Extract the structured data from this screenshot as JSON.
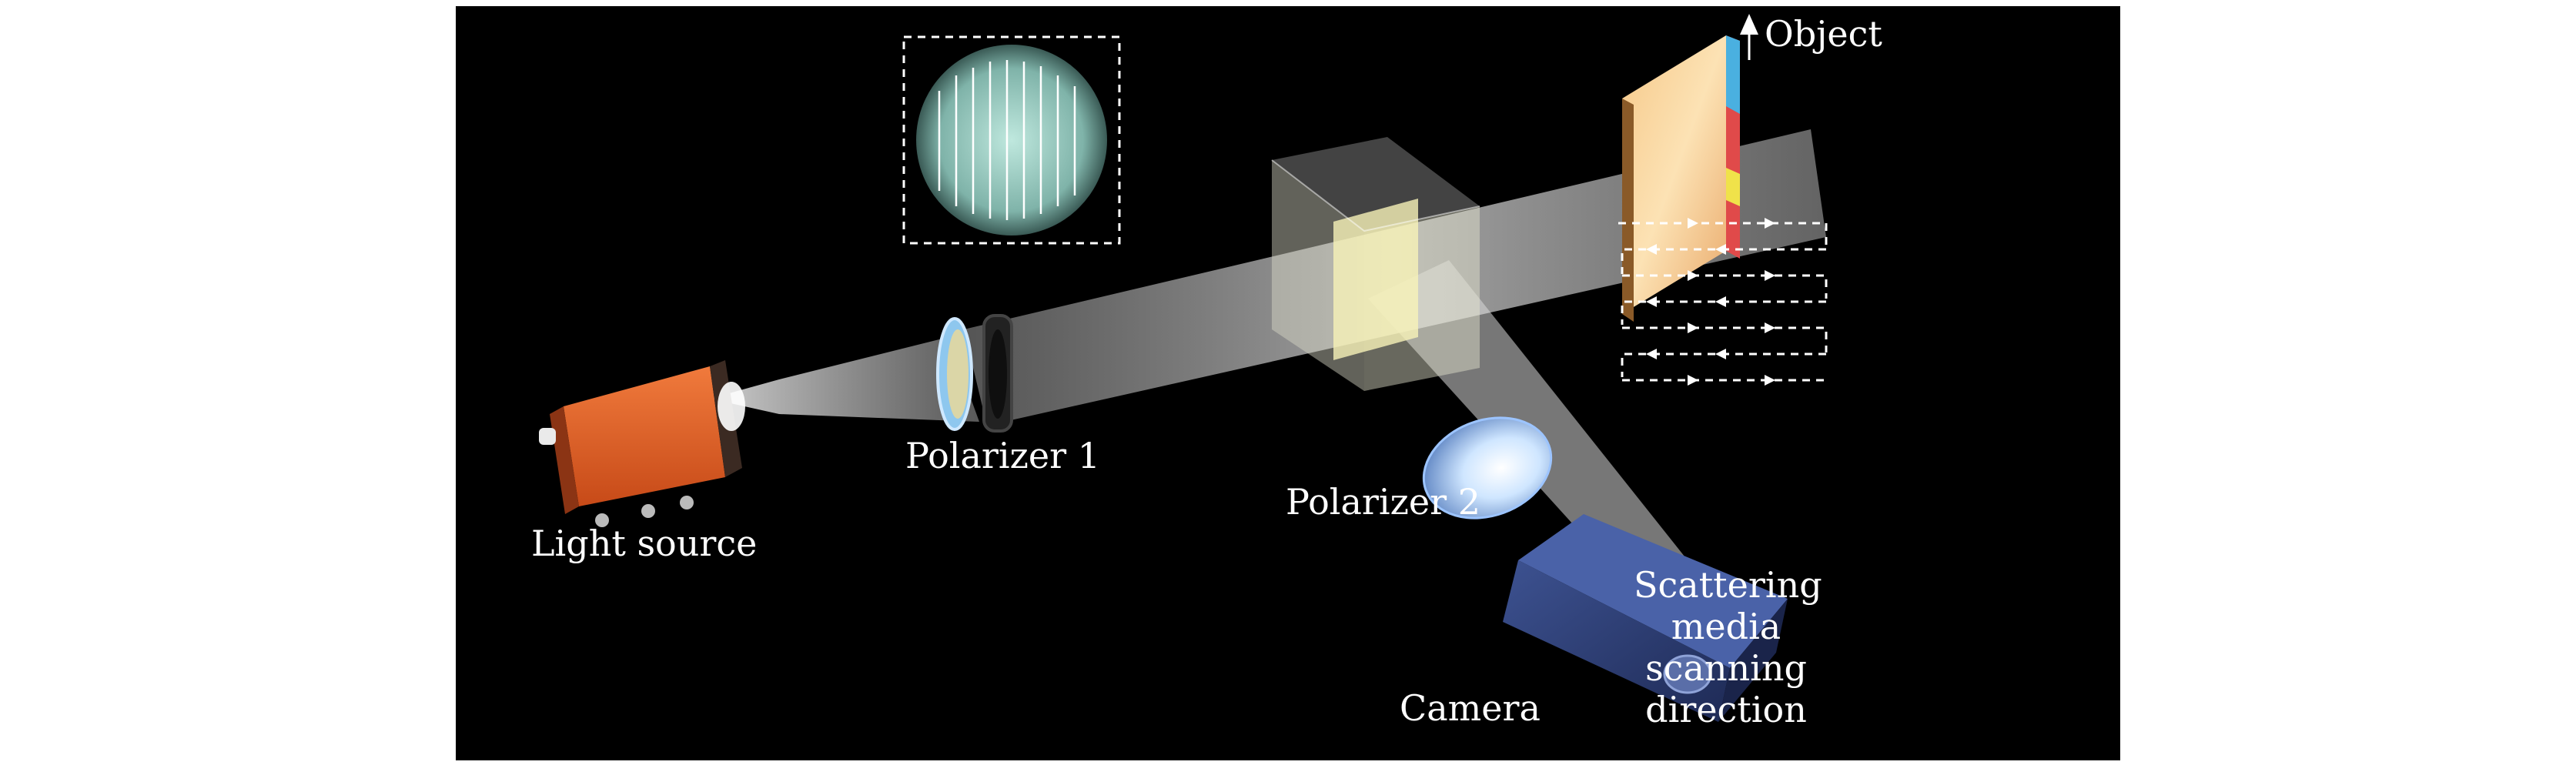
{
  "labels": {
    "object": "Object",
    "light_source": "Light source",
    "polarizer1": "Polarizer 1",
    "polarizer2": "Polarizer 2",
    "camera": "Camera",
    "scan_line1": "Scattering",
    "scan_line2": "media",
    "scan_line3": "scanning",
    "scan_line4": "direction"
  },
  "colors": {
    "background": "#000000",
    "text": "#ffffff",
    "light_source_body": "#e8602a",
    "camera_body": "#2c3e74",
    "beam": "#d9d9d9"
  }
}
